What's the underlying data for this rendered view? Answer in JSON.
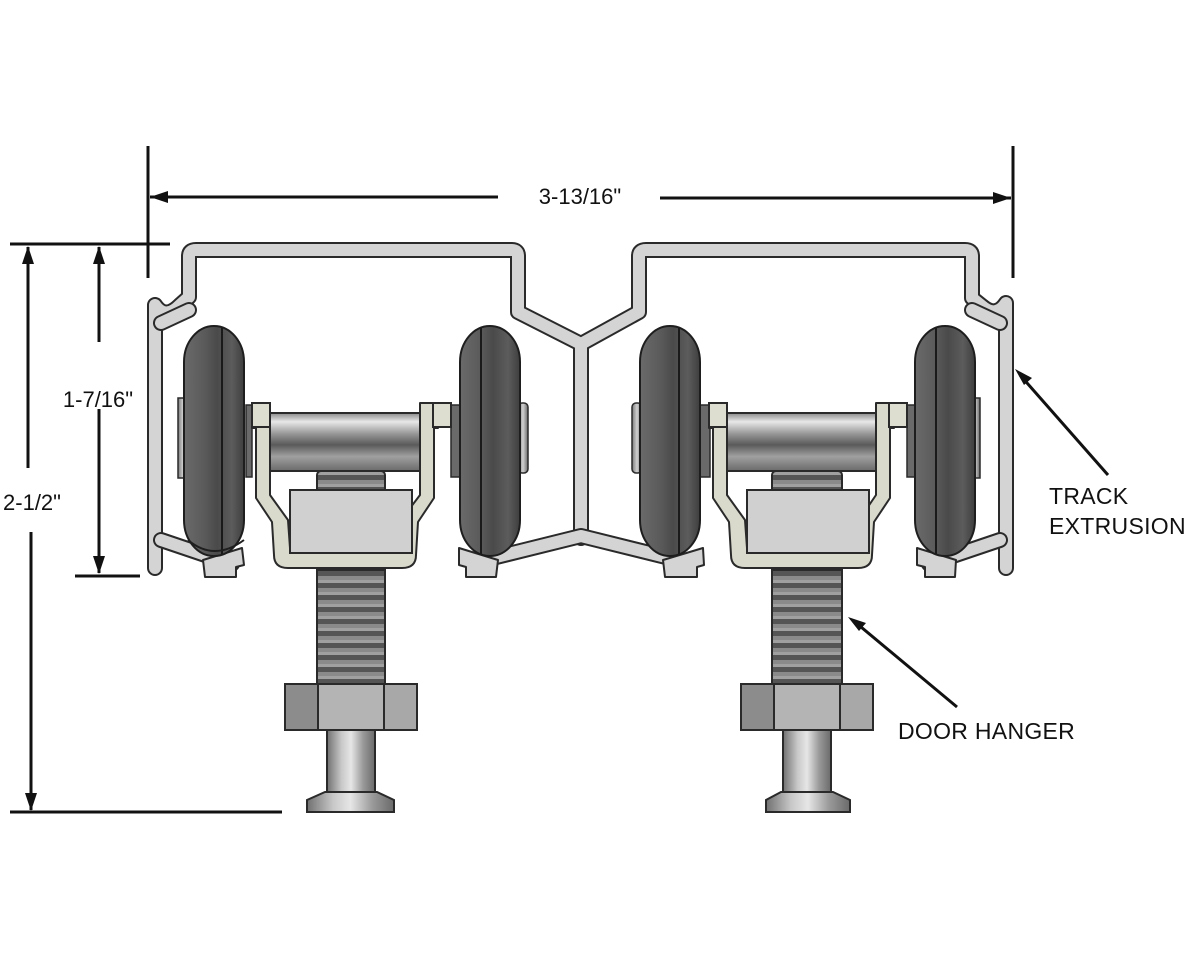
{
  "diagram": {
    "subject": "Double track sliding door hanger cross-section",
    "dimensions": {
      "overall_width": "3-13/16\"",
      "track_height": "1-7/16\"",
      "overall_height": "2-1/2\""
    },
    "callouts": {
      "track_extrusion_line1": "TRACK",
      "track_extrusion_line2": "EXTRUSION",
      "door_hanger": "DOOR HANGER"
    },
    "colors": {
      "track": "#d4d4d4",
      "bracket": "#d9d9cc",
      "wheel": "#555555",
      "lines": "#111111",
      "background": "#ffffff"
    }
  }
}
